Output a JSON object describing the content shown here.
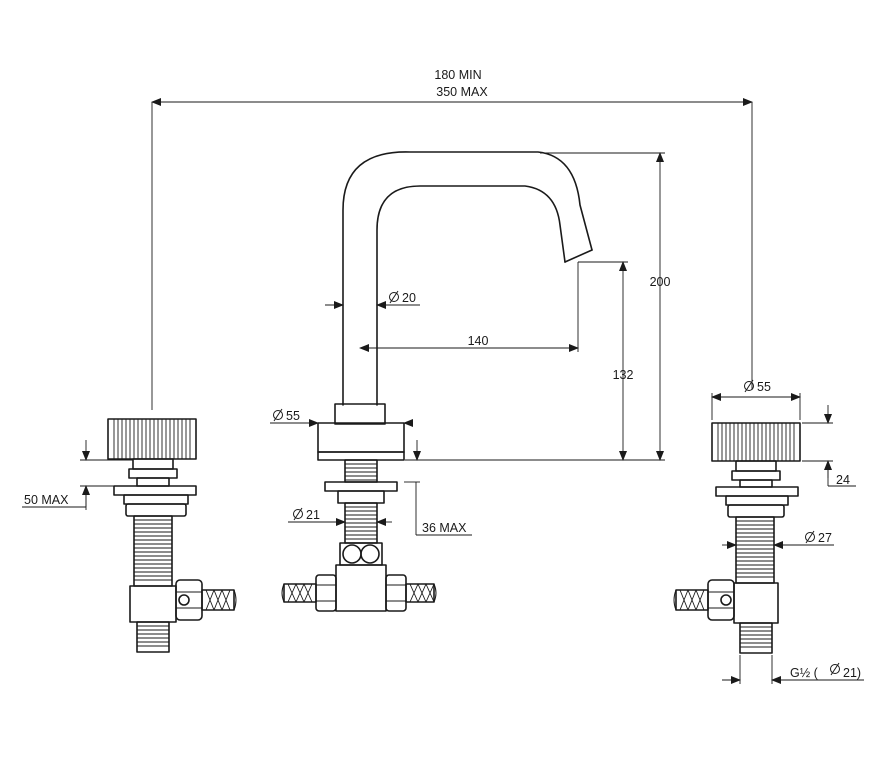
{
  "dimensions": {
    "span_min": "180 MIN",
    "span_max": "350 MAX",
    "spout_height": "200",
    "outlet_height": "132",
    "spout_reach": "140",
    "spout_diameter": "20",
    "spout_base_diameter": "55",
    "spout_thread_diameter": "21",
    "spout_deck_max": "36 MAX",
    "handle_deck_max": "50 MAX",
    "handle_diameter": "55",
    "handle_height": "24",
    "handle_thread_diameter": "27",
    "connection_thread_prefix": "G½ (",
    "connection_thread_diameter": "21)"
  },
  "colors": {
    "line": "#1a1a1a",
    "background": "#ffffff"
  }
}
